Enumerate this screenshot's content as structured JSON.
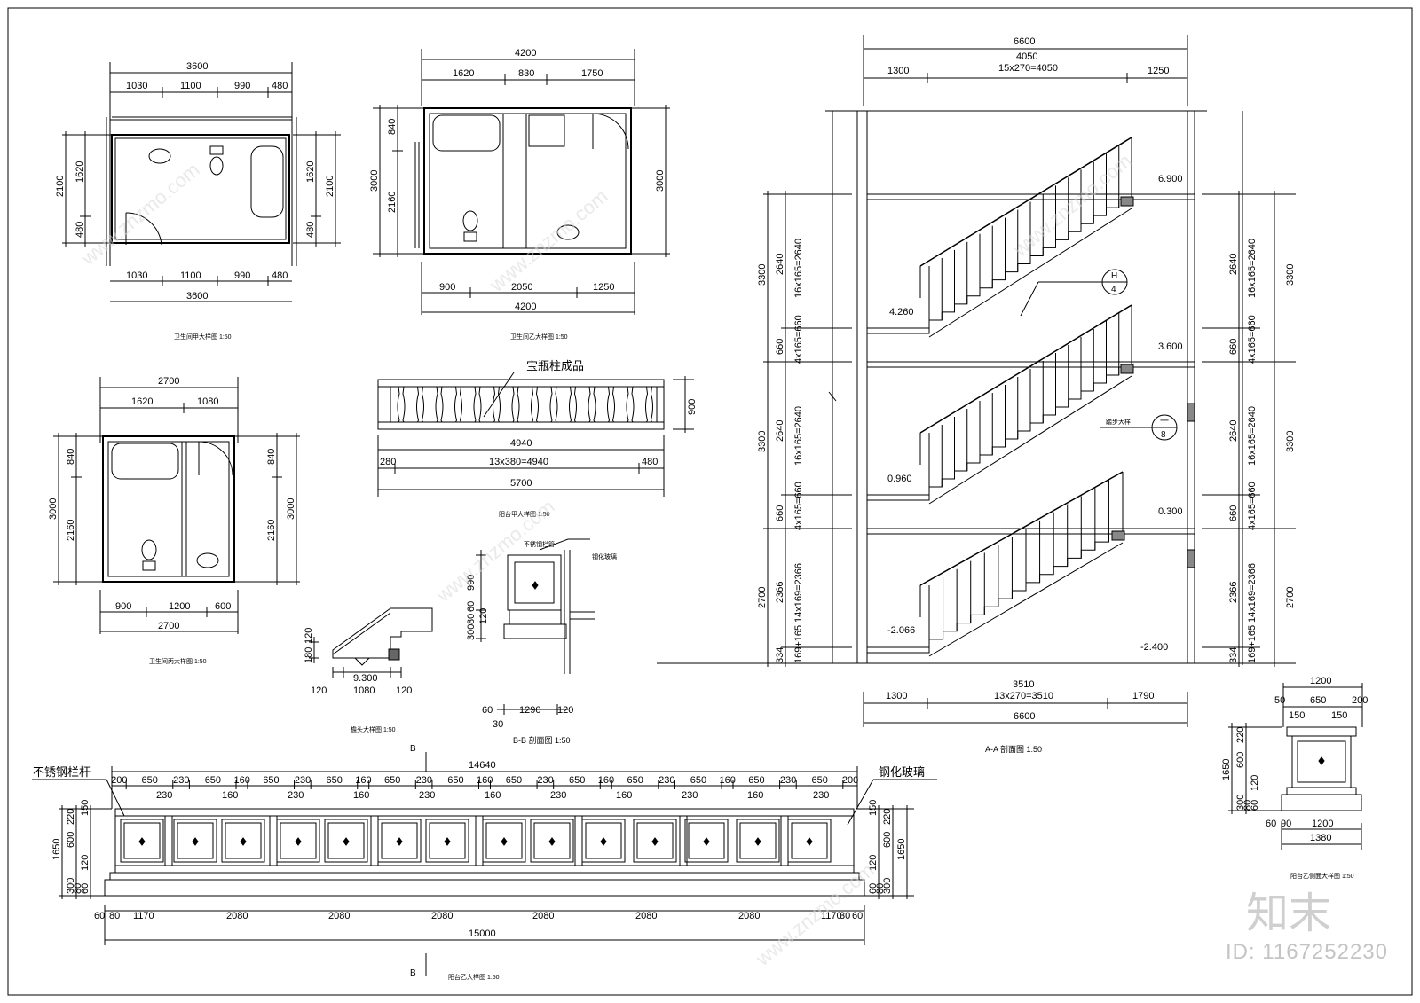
{
  "bath_a": {
    "title": "卫生间甲大样图 1:50",
    "top_total": "3600",
    "top_1": "1030",
    "top_2": "1100",
    "top_3": "990",
    "top_4": "480",
    "bot_1": "1030",
    "bot_2": "1100",
    "bot_3": "990",
    "bot_4": "480",
    "bot_total": "3600",
    "left_total": "2100",
    "left_1": "1620",
    "left_2": "480",
    "right_1": "1620",
    "right_total": "2100",
    "right_2": "480"
  },
  "bath_b": {
    "title": "卫生间乙大样图 1:50",
    "top_total": "4200",
    "top_1": "1620",
    "top_2": "830",
    "top_3": "1750",
    "bot_1": "900",
    "bot_2": "2050",
    "bot_3": "1250",
    "bot_total": "4200",
    "left_1": "840",
    "left_total": "3000",
    "left_2": "2160",
    "right_total": "3000"
  },
  "bath_c": {
    "title": "卫生间丙大样图 1:50",
    "top_total": "2700",
    "top_1": "1620",
    "top_2": "1080",
    "bot_1": "900",
    "bot_2": "1200",
    "bot_3": "600",
    "bot_total": "2700",
    "left_1": "840",
    "left_total": "3000",
    "left_2": "2160",
    "right_1": "840",
    "right_total": "3000",
    "right_2": "2160"
  },
  "baluster": {
    "label": "宝瓶柱成品",
    "height": "900",
    "inner_total": "4940",
    "inner_formula": "13x380=4940",
    "left": "280",
    "right": "480",
    "total": "5700",
    "title": "阳台甲大样图 1:50"
  },
  "eave": {
    "title": "檐头大样图 1:50",
    "h1": "180",
    "h2": "120",
    "level": "9.300",
    "w1": "120",
    "w2": "1080",
    "w3": "120"
  },
  "bb": {
    "title": "B-B 剖面图 1:50",
    "label_top": "不锈钢栏管",
    "label_glass": "钢化玻璃",
    "h1": "990",
    "h2": "300",
    "h3": "80",
    "h4": "60",
    "h5": "120",
    "w1": "60",
    "w2": "1290",
    "w3": "120",
    "w4": "30"
  },
  "section": {
    "title": "A-A 剖面图 1:50",
    "top_total": "6600",
    "top_mid": "4050",
    "top_left": "1300",
    "top_formula": "15x270=4050",
    "top_right": "1250",
    "bot_mid": "3510",
    "bot_left": "1300",
    "bot_formula": "13x270=3510",
    "bot_right": "1790",
    "bot_total": "6600",
    "levels": [
      "6.900",
      "4.260",
      "3.600",
      "0.960",
      "0.300",
      "-2.066",
      "-2.400"
    ],
    "left_dims": [
      "3300",
      "2640",
      "16x165=2640",
      "660",
      "4x165=660",
      "3300",
      "2640",
      "16x165=2640",
      "660",
      "4x165=660",
      "2700",
      "2366",
      "14x169=2366",
      "334",
      "169+165"
    ],
    "right_dims": [
      "2640",
      "16x165=2640",
      "3300",
      "660",
      "4x165=660",
      "2640",
      "16x165=2640",
      "3300",
      "660",
      "4x165=660",
      "2366",
      "14x169=2366",
      "2700",
      "334",
      "169+165"
    ],
    "callout_1_top": "H",
    "callout_1_bot": "4",
    "callout_2_top": "一",
    "callout_2_bot": "8",
    "callout_2_label": "踏步大样"
  },
  "rail": {
    "label_left": "不锈钢栏杆",
    "label_right": "钢化玻璃",
    "top_total": "14640",
    "segments": [
      "200",
      "650",
      "230",
      "650",
      "160",
      "650",
      "230",
      "650",
      "160",
      "650",
      "230",
      "650",
      "160",
      "650",
      "230",
      "650",
      "160",
      "650",
      "230",
      "650",
      "160",
      "650",
      "230",
      "650",
      "200"
    ],
    "sub": [
      "230",
      "160",
      "230",
      "160",
      "230",
      "160",
      "230",
      "160",
      "230",
      "160",
      "230"
    ],
    "bot": [
      "60",
      "80",
      "1170",
      "2080",
      "2080",
      "2080",
      "2080",
      "2080",
      "2080",
      "1170",
      "30",
      "60"
    ],
    "bot_total": "15000",
    "left_dims": [
      "1650",
      "600",
      "220",
      "150",
      "120",
      "300",
      "80",
      "60"
    ],
    "right_dims": [
      "1650",
      "600",
      "220",
      "150",
      "120",
      "300",
      "80",
      "60"
    ],
    "mark_b": "B",
    "title": "阳台乙大样图 1:50"
  },
  "side": {
    "title": "阳台乙侧面大样图 1:50",
    "top_total": "1200",
    "w1": "50",
    "w2": "650",
    "w3": "200",
    "w4": "150",
    "w5": "150",
    "bot_1": "60",
    "bot_2": "90",
    "bot_3": "1200",
    "bot_total": "1380",
    "h_total": "1650",
    "h1": "600",
    "h2": "220",
    "h3": "300",
    "h4": "80",
    "h5": "60",
    "h6": "120"
  },
  "watermark": {
    "text": "www.znzmo.com",
    "logo": "知末",
    "id": "ID: 1167252230"
  }
}
